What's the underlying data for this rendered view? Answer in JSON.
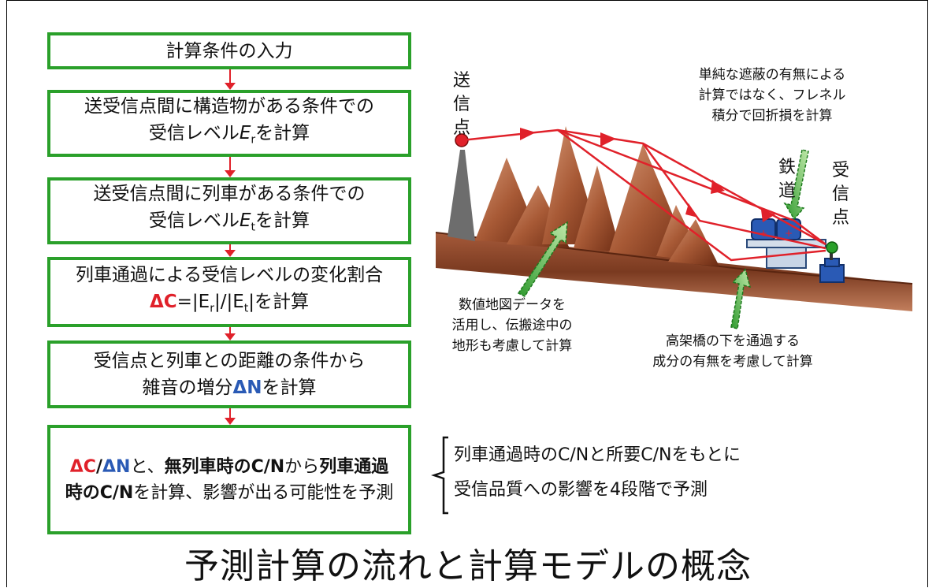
{
  "flow": {
    "step1": "計算条件の入力",
    "step2_line1": "送受信点間に構造物がある条件での",
    "step2_line2": "受信レベル",
    "step2_var": "E",
    "step2_sub": "r",
    "step2_suffix": "を計算",
    "step3_line1": "送受信点間に列車がある条件での",
    "step3_line2": "受信レベル",
    "step3_var": "E",
    "step3_sub": "t",
    "step3_suffix": "を計算",
    "step4_line1": "列車通過による受信レベルの変化割合",
    "step4_dc": "ΔC",
    "step4_formula": "=|E",
    "step4_sub1": "r",
    "step4_mid": "|/|E",
    "step4_sub2": "t",
    "step4_end": "|を計算",
    "step5_line1": "受信点と列車との距離の条件から",
    "step5_prefix": "雑音の増分",
    "step5_dn": "ΔN",
    "step5_suffix": "を計算",
    "step6_dc": "ΔC",
    "step6_slash": "/",
    "step6_dn": "ΔN",
    "step6_t1": "と、",
    "step6_b1": "無列車時のC/N",
    "step6_t2": "から",
    "step6_b2": "列車通過時のC/N",
    "step6_t3": "を計算、影響が出る可能性を予測"
  },
  "side_note": {
    "line1": "列車通過時のC/Nと所要C/Nをもとに",
    "line2": "受信品質への影響を4段階で予測"
  },
  "diagram": {
    "tx_label": "送信点",
    "rx_label": "受信点",
    "rail_label": "鉄道",
    "note_fresnel": [
      "単純な遮蔽の有無による",
      "計算ではなく、フレネル",
      "積分で回折損を計算"
    ],
    "note_map": [
      "数値地図データを",
      "活用し、伝搬途中の",
      "地形も考慮して計算"
    ],
    "note_bridge": [
      "高架橋の下を通過する",
      "成分の有無を考慮して計算"
    ]
  },
  "footer": {
    "title": "予測計算の流れと計算モデルの概念"
  },
  "colors": {
    "box_border": "#2aa02a",
    "arrow": "#e0212a",
    "accent_red": "#e0212a",
    "accent_blue": "#2a5ab5"
  }
}
